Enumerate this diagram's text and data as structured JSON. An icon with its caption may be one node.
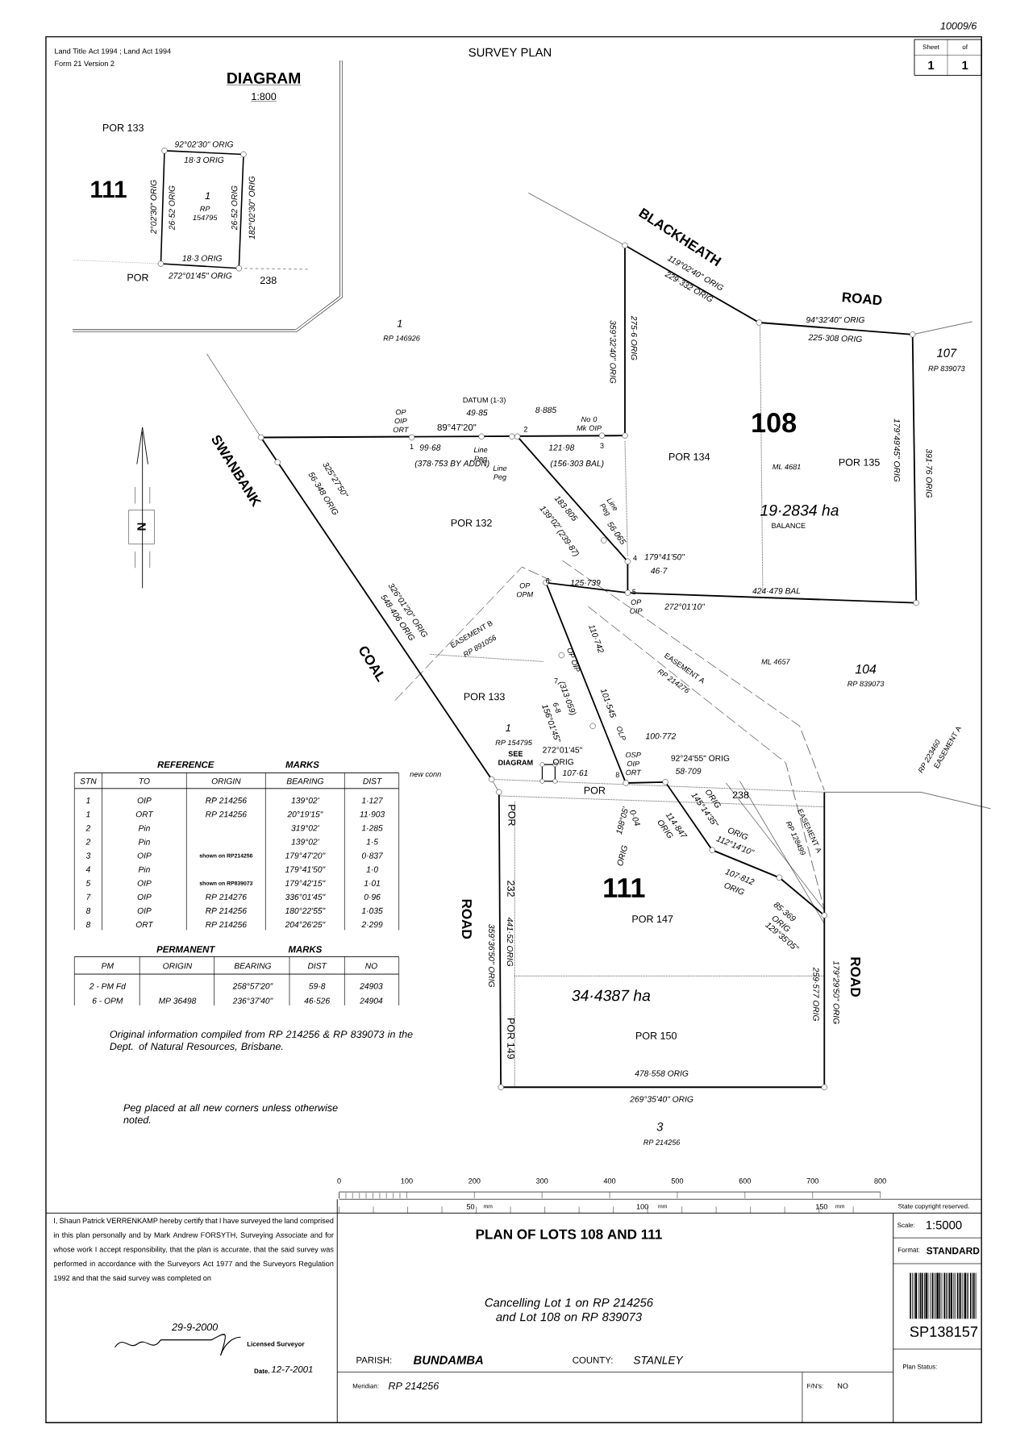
{
  "diagram": {
    "title": "SURVEY PLAN",
    "labels": [
      "10009/6",
      "Land Title Act 1994 ; Land Act 1994",
      "Form 21 Version 2",
      "Sheet",
      "1",
      "of",
      "1",
      "DIAGRAM",
      "1:800",
      "POR 133",
      "92°02'30\" ORIG",
      "18·3 ORIG",
      "111",
      "2°02'30\" ORIG",
      "26·52 ORIG",
      "1",
      "RP 154795",
      "26·52 ORIG",
      "182°02'30\" ORIG",
      "18·3 ORIG",
      "POR",
      "272°01'45\" ORIG",
      "238",
      "BLACKHEATH",
      "ROAD",
      "119°02'40\" ORIG",
      "229·332 ORIG",
      "94°32'40\" ORIG",
      "225·308 ORIG",
      "107",
      "RP 839073",
      "1",
      "RP 146926",
      "359°32'40\" ORIG",
      "275·6 ORIG",
      "SWANBANK",
      "OP OIP ORT",
      "DATUM (1-3)",
      "49·85",
      "8·885",
      "No 0 Mk OIP",
      "89°47'20\"",
      "2",
      "1",
      "99·68",
      "Line Peg",
      "121·98",
      "3",
      "(378·753 BY ADDN)",
      "Line Peg",
      "(156·303 BAL)",
      "325°27'50\"",
      "56·348 ORIG",
      "183·805",
      "139°02'",
      "Line Peg",
      "POR 132",
      "(239·87)",
      "56·065",
      "108",
      "POR 134",
      "ML 4681",
      "POR 135",
      "179°49'45\" ORIG",
      "391·76 ORIG",
      "19·2834 ha",
      "BALANCE",
      "4",
      "179°41'50\"",
      "46·7",
      "6",
      "OP OPM",
      "125·739",
      "5",
      "OP OIP",
      "424·479 BAL",
      "272°01'10\"",
      "EASEMENT B",
      "RP 891056",
      "548·406 ORIG",
      "326°01'20\" ORIG",
      "COAL",
      "110·742",
      "OP OIP",
      "7",
      "(313·059)",
      "6-8",
      "156°01'45\"",
      "101·545",
      "OLP",
      "ML 4657",
      "104",
      "RP 839073",
      "EASEMENT A",
      "RP 214276",
      "POR 133",
      "RP 223460",
      "EASEMENT A",
      "1",
      "RP 154795",
      "SEE DIAGRAM",
      "100·772",
      "272°01'45\"",
      "92°24'55\" ORIG",
      "ORIG",
      "OSP OIP ORT",
      "new conn",
      "107·61",
      "8",
      "58·709",
      "POR",
      "238",
      "198°05'",
      "ORIG",
      "0·04",
      "145°14'35\"",
      "ORIG",
      "114·847",
      "ORIG",
      "EASEMENT A",
      "RP 128499",
      "ORIG",
      "112°14'10\"",
      "107·812",
      "ORIG",
      "85·369",
      "ORIG",
      "129°35'05\"",
      "111",
      "POR 147",
      "ROAD",
      "POR",
      "232",
      "441·52 ORIG",
      "359°36'50\" ORIG",
      "34·4387 ha",
      "POR 150",
      "POR 149",
      "259·577 ORIG",
      "179°29'50\" ORIG",
      "ROAD",
      "478·558 ORIG",
      "269°35'40\" ORIG",
      "3",
      "RP 214256",
      "N",
      "Original information compiled from RP 214256 & RP 839073 in the Dept. of Natural Resources, Brisbane.",
      "Peg placed at all new corners unless otherwise noted.",
      "REFERENCE",
      "MARKS",
      "STN",
      "TO",
      "ORIGIN",
      "BEARING",
      "DIST",
      "1",
      "OIP",
      "RP 214256",
      "139°02'",
      "1·127",
      "1",
      "ORT",
      "RP 214256",
      "20°19'15\"",
      "11·903",
      "2",
      "Pin",
      "319°02'",
      "1·285",
      "2",
      "Pin",
      "139°02'",
      "1·5",
      "3",
      "OIP",
      "shown on RP214256",
      "179°47'20\"",
      "0·837",
      "4",
      "Pin",
      "179°41'50\"",
      "1·0",
      "5",
      "OIP",
      "shown on RP839073",
      "179°42'15\"",
      "1·01",
      "7",
      "OIP",
      "RP 214276",
      "336°01'45\"",
      "0·96",
      "8",
      "OIP",
      "RP 214256",
      "180°22'55\"",
      "1·035",
      "8",
      "ORT",
      "RP 214256",
      "204°26'25\"",
      "2·299",
      "PERMANENT",
      "MARKS",
      "PM",
      "ORIGIN",
      "BEARING",
      "DIST",
      "NO",
      "2 - PM Fd",
      "258°57'20\"",
      "59·8",
      "24903",
      "6 - OPM",
      "MP 36498",
      "236°37'40\"",
      "46·526",
      "24904",
      "0",
      "100",
      "200",
      "300",
      "400",
      "500",
      "600",
      "700",
      "800",
      "50",
      "mm",
      "100",
      "mm",
      "150",
      "mm",
      "State copyright reserved.",
      "PLAN OF LOTS 108 AND 111",
      "Cancelling Lot 1 on RP 214256 and Lot 108 on RP 839073",
      "PARISH:",
      "BUNDAMBA",
      "COUNTY:",
      "STANLEY",
      "Meridian:",
      "RP 214256",
      "F/N's:",
      "NO",
      "Scale:",
      "1:5000",
      "Format:",
      "STANDARD",
      "SP138157",
      "Plan Status:",
      "I, Shaun Patrick VERRENKAMP hereby certify that I have surveyed the land comprised in this plan personally and by Mark Andrew FORSYTH, Surveying Associate and for whose work I accept responsibility, that the plan is accurate, that the said survey was performed in accordance with the Surveyors Act 1977 and the Surveyors Regulation 1992 and that the said survey was completed on",
      "29-9-2000",
      "Licensed Surveyor",
      "Date.",
      "12-7-2001"
    ]
  }
}
